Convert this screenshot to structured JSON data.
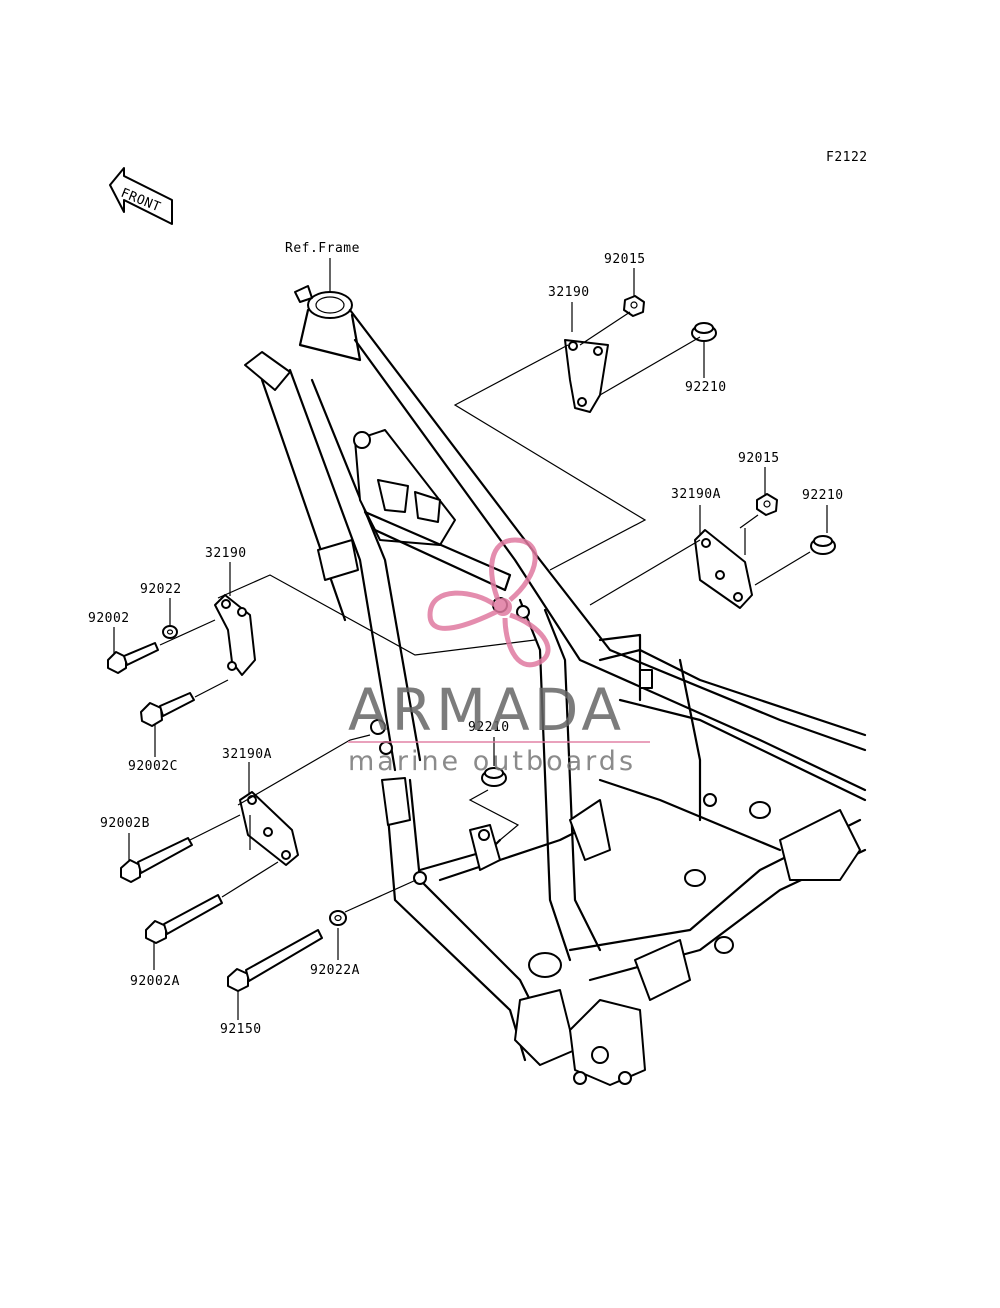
{
  "diagram_code": "F2122",
  "front_label": "FRONT",
  "ref_frame_label": "Ref.Frame",
  "watermark": {
    "brand": "ARMADA",
    "tagline": "marine outboards",
    "accent_color": "#e07aa0"
  },
  "parts": {
    "p92015_top": "92015",
    "p32190_top": "32190",
    "p92210_top": "92210",
    "p92015_right": "92015",
    "p32190A_right": "32190A",
    "p92210_right": "92210",
    "p32190_left": "32190",
    "p92022": "92022",
    "p92002": "92002",
    "p92002C": "92002C",
    "p32190A_left": "32190A",
    "p92210_mid": "92210",
    "p92002B": "92002B",
    "p92002A": "92002A",
    "p92022A": "92022A",
    "p92150": "92150"
  }
}
